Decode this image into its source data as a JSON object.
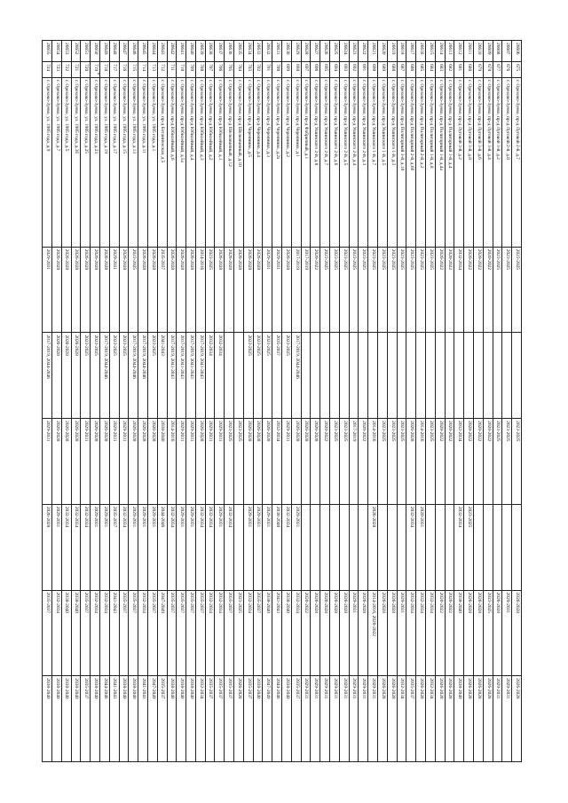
{
  "rows": [
    {
      "id": "26606",
      "no": "675",
      "addr": "г. Орехово-Зуево, пр-д Луговой 2-й, д.7",
      "p1": "2023-2025",
      "p2": "",
      "p3": "2023-2025",
      "p4": "",
      "p5": "2026-2028",
      "p6": "2026-2028"
    },
    {
      "id": "26607",
      "no": "676",
      "addr": "г. Орехово-Зуево, пр-д Луговой 2-й, д.8",
      "p1": "2023-2025",
      "p2": "",
      "p3": "2023-2025",
      "p4": "",
      "p5": "2029-2031",
      "p6": "2029-2031"
    },
    {
      "id": "26608",
      "no": "677",
      "addr": "г. Орехово-Зуево, пр-д Луговой 3-й, д.2",
      "p1": "2023-2025",
      "p2": "",
      "p3": "2023-2025",
      "p4": "",
      "p5": "2026-2028",
      "p6": "2029-2031"
    },
    {
      "id": "26609",
      "no": "678",
      "addr": "г. Орехово-Зуево, пр-д Луговой 3-й, д.4",
      "p1": "2020-2022",
      "p2": "",
      "p3": "2020-2022",
      "p4": "",
      "p5": "2023-2025",
      "p6": "2026-2028"
    },
    {
      "id": "26610",
      "no": "679",
      "addr": "г. Орехово-Зуево, пр-д Луговой 3-й, д.6",
      "p1": "2020-2022",
      "p2": "",
      "p3": "2020-2022",
      "p4": "",
      "p5": "2026-2028",
      "p6": "2026-2028"
    },
    {
      "id": "26611",
      "no": "680",
      "addr": "г. Орехово-Зуево, пр-д Луговой 3-й, д.8",
      "p1": "2020-2022",
      "p2": "",
      "p3": "2020-2022",
      "p4": "2023-2025",
      "p5": "2026-2028",
      "p6": "2026-2028"
    },
    {
      "id": "26612",
      "no": "681",
      "addr": "г. Орехово-Зуево, пр-д Луговой 3-й, д.2",
      "p1": "2032-2034",
      "p2": "",
      "p3": "2032-2034",
      "p4": "2032-2034",
      "p5": "2038-2040",
      "p6": "2038-2040"
    },
    {
      "id": "26613",
      "no": "682",
      "addr": "г. Орехово-Зуево, пр-д Полигарный 1-й, д.4",
      "p1": "2020-2022",
      "p2": "",
      "p3": "2020-2022",
      "p4": "",
      "p5": "2020-2022",
      "p6": "2026-2028"
    },
    {
      "id": "26614",
      "no": "683",
      "addr": "г. Орехово-Зуево, пр-д Полигарный 1-й, д.4а",
      "p1": "2020-2022",
      "p2": "",
      "p3": "2020-2022",
      "p4": "",
      "p5": "2020-2022",
      "p6": "2026-2028"
    },
    {
      "id": "26615",
      "no": "684",
      "addr": "г. Орехово-Зуево, пр-д Полигарный 1-й, д.8",
      "p1": "2023-2025",
      "p2": "",
      "p3": "2023-2025",
      "p4": "",
      "p5": "2032-2034",
      "p6": "2032-2034"
    },
    {
      "id": "26616",
      "no": "685",
      "addr": "г. Орехово-Зуево, пр-д Полигарный 2-й, д.2",
      "p1": "2023-2025",
      "p2": "",
      "p3": "2014-2016",
      "p4": "2020-2031",
      "p5": "2032-2034",
      "p6": "2026-2028"
    },
    {
      "id": "26617",
      "no": "686",
      "addr": "г. Орехово-Зуево, пр-д Полигарный 2-й, д.6б",
      "p1": "2023-2025",
      "p2": "",
      "p3": "2026-2028",
      "p4": "2032-2034",
      "p5": "2032-2034",
      "p6": "2035-2037"
    },
    {
      "id": "26618",
      "no": "687",
      "addr": "г. Орехово-Зуево, пр-д Полигарный 3-й, д.10",
      "p1": "2023-2025",
      "p2": "",
      "p3": "2023-2025",
      "p4": "",
      "p5": "2029-2031",
      "p6": "2032-2034"
    },
    {
      "id": "26619",
      "no": "688",
      "addr": "г. Орехово-Зуево, пр-д Ушинского 1-й, д.3",
      "p1": "2023-2025",
      "p2": "",
      "p3": "2023-2025",
      "p4": "",
      "p5": "2026-2028",
      "p6": "2026-2028"
    },
    {
      "id": "26620",
      "no": "689",
      "addr": "г. Орехово-Зуево, пр-д Ушинского 1-й, д.5",
      "p1": "2023-2025",
      "p2": "",
      "p3": "2023-2025",
      "p4": "",
      "p5": "2026-2028",
      "p6": "2026-2028"
    },
    {
      "id": "26621",
      "no": "690",
      "addr": "г. Орехово-Зуево, пр-д Ушинского 1-й, д.7",
      "p1": "2023-2025",
      "p2": "",
      "p3": "2014-2016",
      "p4": "2026-2028",
      "p5": "2014-2016, 2020-2022",
      "p6": "2029-2031"
    },
    {
      "id": "26622",
      "no": "691",
      "addr": "г. Орехово-Зуево, пр-д Ушинского 2-й, д.3",
      "p1": "2023-2025",
      "p2": "",
      "p3": "2020-2022",
      "p4": "",
      "p5": "2026-2028",
      "p6": "2029-2031"
    },
    {
      "id": "26623",
      "no": "692",
      "addr": "г. Орехово-Зуево, пр-д Ушинского 2-й, д.4",
      "p1": "2023-2025",
      "p2": "",
      "p3": "2017-2019",
      "p4": "",
      "p5": "2029-2031",
      "p6": "2029-2031"
    },
    {
      "id": "26624",
      "no": "693",
      "addr": "г. Орехово-Зуево, пр-д Ушинского 2-й, д.5",
      "p1": "2023-2025",
      "p2": "",
      "p3": "2023-2025",
      "p4": "",
      "p5": "2026-2028",
      "p6": "2029-2031"
    },
    {
      "id": "26625",
      "no": "694",
      "addr": "г. Орехово-Зуево, пр-д Ушинского 2-й, д.6",
      "p1": "2023-2025",
      "p2": "",
      "p3": "2023-2025",
      "p4": "",
      "p5": "2026-2028",
      "p6": "2029-2031"
    },
    {
      "id": "26626",
      "no": "695",
      "addr": "г. Орехово-Зуево, пр-д Ушинского 2-й, д.7",
      "p1": "2023-2025",
      "p2": "",
      "p3": "2020-2022",
      "p4": "",
      "p5": "2026-2028",
      "p6": "2029-2031"
    },
    {
      "id": "26627",
      "no": "696",
      "addr": "г. Орехово-Зуево, пр-д Ушинского 2-й, д.8",
      "p1": "2020-2022",
      "p2": "",
      "p3": "2026-2028",
      "p4": "",
      "p5": "2026-2028",
      "p6": "2029-2031"
    },
    {
      "id": "26628",
      "no": "697",
      "addr": "г. Орехово-Зуево, пр-д Фабричный, д.1",
      "p1": "2017-2019",
      "p2": "",
      "p3": "2026-2028",
      "p4": "",
      "p5": "2020-2022",
      "p6": "2029-2031"
    },
    {
      "id": "26629",
      "no": "698",
      "addr": "г. Орехово-Зуево, пр-д Черепнина, д.1",
      "p1": "2017-2019",
      "p2": "2017-2019, 2044-2046",
      "p3": "2026-2028",
      "p4": "2029-2031",
      "p5": "2032-2034",
      "p6": "2035-2037"
    },
    {
      "id": "26630",
      "no": "699",
      "addr": "г. Орехово-Зуево, пр-д Черепнина, д.2",
      "p1": "2026-2028",
      "p2": "2023-2025",
      "p3": "2029-2031",
      "p4": "2032-2034",
      "p5": "2038-2040",
      "p6": "2038-2040"
    },
    {
      "id": "26631",
      "no": "700",
      "addr": "г. Орехово-Зуево, пр-д Черепнина, д.2а",
      "p1": "2029-2031",
      "p2": "2035-2037",
      "p3": "2032-2034",
      "p4": "2038-2040",
      "p5": "2041-2043",
      "p6": "2044-2046"
    },
    {
      "id": "26632",
      "no": "701",
      "addr": "г. Орехово-Зуево, пр-д Черепнина, д.3",
      "p1": "2029-2031",
      "p2": "2023-2025",
      "p3": "2026-2028",
      "p4": "2029-2031",
      "p5": "2038-2040",
      "p6": "2047-2049"
    },
    {
      "id": "26633",
      "no": "702",
      "addr": "г. Орехово-Зуево, пр-д Черепнина, д.4",
      "p1": "2026-2028",
      "p2": "2023-2025",
      "p3": "2026-2028",
      "p4": "2029-2031",
      "p5": "2035-2037",
      "p6": "2038-2040"
    },
    {
      "id": "26634",
      "no": "703",
      "addr": "г. Орехово-Зуево, пр-д Черепнина, д.5",
      "p1": "2026-2028",
      "p2": "2023-2025",
      "p3": "2026-2028",
      "p4": "2029-2031",
      "p5": "2032-2034",
      "p6": "2035-2037"
    },
    {
      "id": "26635",
      "no": "704",
      "addr": "г. Орехово-Зуево, пр-д Шелковичный, д.10",
      "p1": "2026-2028",
      "p2": "",
      "p3": "2023-2025",
      "p4": "",
      "p5": "2023-2025",
      "p6": "2026-2028"
    },
    {
      "id": "26636",
      "no": "705",
      "addr": "г. Орехово-Зуево, пр-д Шелковичный, д.12",
      "p1": "2026-2028",
      "p2": "",
      "p3": "2023-2025",
      "p4": "2032-2034",
      "p5": "2035-2037",
      "p6": "2035-2037"
    },
    {
      "id": "26637",
      "no": "706",
      "addr": "г. Орехово-Зуево, пр-д Юбилейный, д.1",
      "p1": "2026-2028",
      "p2": "2032-2034",
      "p3": "2029-2031",
      "p4": "2029-2031",
      "p5": "2032-2034",
      "p6": "2035-2037"
    },
    {
      "id": "26638",
      "no": "707",
      "addr": "г. Орехово-Зуево, пр-д Юбилейный, д.2",
      "p1": "2023-2025",
      "p2": "2032-2034",
      "p3": "2029-2031",
      "p4": "2032-2034",
      "p5": "2032-2034",
      "p6": "2035-2037"
    },
    {
      "id": "26639",
      "no": "708",
      "addr": "г. Орехово-Зуево, пр-д Юбилейный, д.3",
      "p1": "2014-2016",
      "p2": "2017-2019, 2041-2043",
      "p3": "2026-2028",
      "p4": "2032-2034",
      "p5": "2035-2037",
      "p6": "2032-2034"
    },
    {
      "id": "26640",
      "no": "709",
      "addr": "г. Орехово-Зуево, пр-д Юбилейный, д.4",
      "p1": "2026-2028",
      "p2": "2017-2019, 2041-2043",
      "p3": "2029-2031",
      "p4": "2029-2031",
      "p5": "2035-2037",
      "p6": "2038-2040"
    },
    {
      "id": "26641",
      "no": "710",
      "addr": "г. Орехово-Зуево, пр-д Юбилейный, д.5а",
      "p1": "2026-2028",
      "p2": "2017-2019, 2041-2043",
      "p3": "2029-2031",
      "p4": "2029-2031",
      "p5": "2035-2037",
      "p6": "2038-2040"
    },
    {
      "id": "26642",
      "no": "711",
      "addr": "г. Орехово-Зуево, пр-д Юбилейный, д.6",
      "p1": "2026-2028",
      "p2": "2017-2019, 2041-2043",
      "p3": "2014-2016",
      "p4": "2032-2034",
      "p5": "2035-2037",
      "p6": "2038-2040"
    },
    {
      "id": "26643",
      "no": "712",
      "addr": "г. Орехово-Зуево, пр-д Ботаническая, д.5",
      "p1": "2035-2037",
      "p2": "2041-2043",
      "p3": "2038-2040",
      "p4": "2044-2046",
      "p5": "2047-2049",
      "p6": "2035-2037"
    },
    {
      "id": "26644",
      "no": "713",
      "addr": "г. Орехово-Зуево, ул. 1905 года, д.1",
      "p1": "2026-2028",
      "p2": "2023-2025",
      "p3": "2026-2028",
      "p4": "2029-2031",
      "p5": "2035-2037",
      "p6": "2047-2049"
    },
    {
      "id": "26645",
      "no": "714",
      "addr": "г. Орехово-Зуево, ул. 1905 года, д.11",
      "p1": "2026-2028",
      "p2": "2017-2019, 2044-2046",
      "p3": "2026-2028",
      "p4": "2029-2031",
      "p5": "2032-2034",
      "p6": "2041-2043"
    },
    {
      "id": "26646",
      "no": "715",
      "addr": "г. Орехово-Зуево, ул. 1905 года, д.13",
      "p1": "2023-2025",
      "p2": "2017-2019, 2044-2046",
      "p3": "2026-2028",
      "p4": "2029-2031",
      "p5": "2035-2037",
      "p6": "2038-2040"
    },
    {
      "id": "26647",
      "no": "716",
      "addr": "г. Орехово-Зуево, ул. 1905 года, д.15",
      "p1": "2026-2028",
      "p2": "2023-2025",
      "p3": "2029-2031",
      "p4": "2032-2034",
      "p5": "2035-2037",
      "p6": "2038-2040"
    },
    {
      "id": "26648",
      "no": "717",
      "addr": "г. Орехово-Зуево, ул. 1905 года, д.17",
      "p1": "2029-2031",
      "p2": "2023-2025",
      "p3": "2029-2031",
      "p4": "2035-2037",
      "p5": "2041-2043",
      "p6": "2041-2043"
    },
    {
      "id": "26649",
      "no": "718",
      "addr": "г. Орехово-Зуево, ул. 1905 года, д.19",
      "p1": "2026-2028",
      "p2": "2017-2019, 2044-2046",
      "p3": "2026-2028",
      "p4": "2029-2031",
      "p5": "2032-2034",
      "p6": "2044-2046"
    },
    {
      "id": "26650",
      "no": "719",
      "addr": "г. Орехово-Зуево, ул. 1905 года, д.23",
      "p1": "2026-2028",
      "p2": "2023-2025",
      "p3": "2026-2028",
      "p4": "2029-2031",
      "p5": "2032-2034",
      "p6": "2038-2040"
    },
    {
      "id": "26651",
      "no": "720",
      "addr": "г. Орехово-Зуево, ул. 1905 года, д.25",
      "p1": "2026-2028",
      "p2": "2023-2025",
      "p3": "2029-2031",
      "p4": "2032-2034",
      "p5": "2035-2037",
      "p6": "2035-2037"
    },
    {
      "id": "26652",
      "no": "721",
      "addr": "г. Орехово-Зуево, ул. 1905 года, д.3б",
      "p1": "2026-2028",
      "p2": "2026-2028",
      "p3": "2026-2028",
      "p4": "2032-2034",
      "p5": "2038-2040",
      "p6": "2038-2040"
    },
    {
      "id": "26653",
      "no": "722",
      "addr": "г. Орехово-Зуево, ул. 1905 года, д.5",
      "p1": "2026-2028",
      "p2": "2026-2028",
      "p3": "2026-2028",
      "p4": "2032-2034",
      "p5": "2038-2040",
      "p6": "2038-2040"
    },
    {
      "id": "26654",
      "no": "723",
      "addr": "г. Орехово-Зуево, ул. 1905 года, д.7",
      "p1": "2026-2028",
      "p2": "2026-2028",
      "p3": "2026-2028",
      "p4": "2029-2031",
      "p5": "2032-2034",
      "p6": "2038-2040"
    },
    {
      "id": "26655",
      "no": "724",
      "addr": "г. Орехово-Зуево, ул. 1905 года, д.9",
      "p1": "2029-2031",
      "p2": "2017-2019, 2044-2046",
      "p3": "2029-2031",
      "p4": "2026-2028",
      "p5": "2035-2037",
      "p6": "2038-2040"
    }
  ]
}
